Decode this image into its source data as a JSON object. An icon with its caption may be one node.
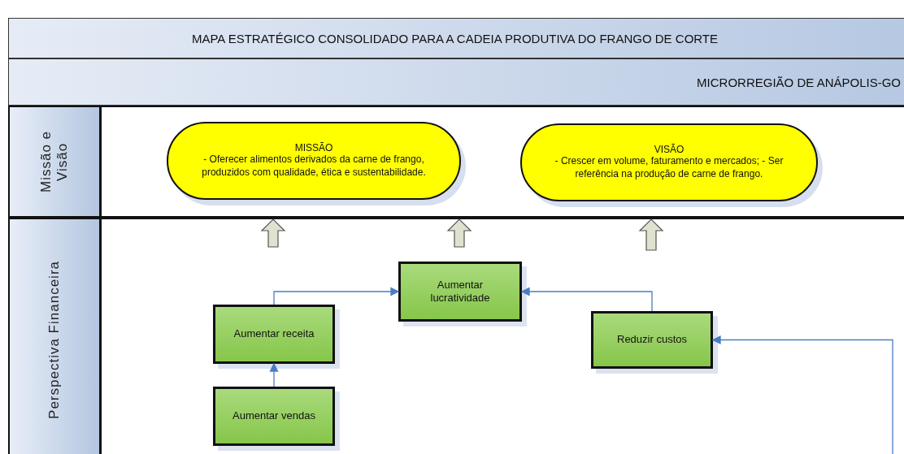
{
  "diagram": {
    "nodes": [
      {
        "text": [
          "MAPA ESTRATÉGICO CONSOLIDADO PARA A CADEIA PRODUTIVA DO FRANGO DE CORTE"
        ]
      },
      {
        "text": [
          "MICRORREGIÃO DE ANÁPOLIS-GO"
        ]
      },
      {
        "text": [
          "Missão e Visão"
        ]
      },
      {
        "text": [
          "MISSÃO",
          "- Oferecer alimentos derivados da carne de frango, produzidos com qualidade, ética e sustentabilidade."
        ],
        "in": 2
      },
      {
        "text": [
          "VISÃO",
          "- Crescer em volume, faturamento e mercados; - Ser referência na produção de carne de frango."
        ],
        "in": 2
      },
      {
        "text": [
          "Perspectiva Financeira"
        ]
      },
      {
        "text": [
          "Aumentar lucratividade"
        ],
        "in": 5
      },
      {
        "text": [
          "Aumentar receita"
        ],
        "in": 5
      },
      {
        "text": [
          "Reduzir custos"
        ],
        "in": 5
      },
      {
        "text": [
          "Aumentar vendas"
        ],
        "in": 5
      }
    ],
    "edges": [
      {
        "from": 7,
        "to": 6,
        "arrow": "to"
      },
      {
        "from": 8,
        "to": 6,
        "arrow": "to"
      },
      {
        "from": 9,
        "to": 7,
        "arrow": "to"
      },
      {
        "from": null,
        "to": 8,
        "arrow": "to"
      },
      {
        "from": 5,
        "to": 2,
        "arrow": "to",
        "style": "thick",
        "color": "#dfe2cf"
      },
      {
        "from": 5,
        "to": 2,
        "arrow": "to",
        "style": "thick",
        "color": "#dfe2cf"
      },
      {
        "from": 5,
        "to": 2,
        "arrow": "to",
        "style": "thick",
        "color": "#dfe2cf"
      }
    ]
  }
}
